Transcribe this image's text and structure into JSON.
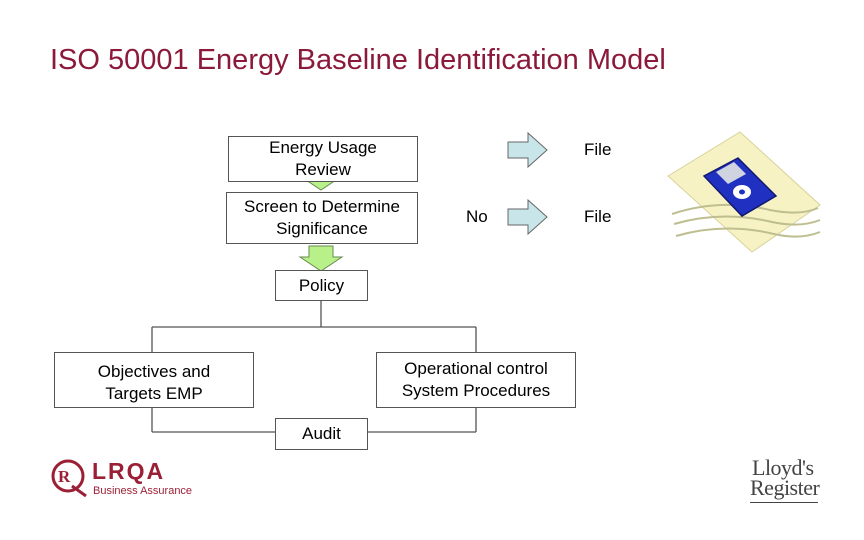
{
  "title": "ISO 50001 Energy Baseline Identification Model",
  "boxes": {
    "usage_review": "Energy Usage Review",
    "screen": "Screen to Determine Significance",
    "policy": "Policy",
    "objectives": "Objectives and Targets EMP",
    "operational": "Operational control System Procedures",
    "audit": "Audit"
  },
  "labels": {
    "file_top": "File",
    "no": "No",
    "file_bottom": "File"
  },
  "logos": {
    "lrqa_name": "LRQA",
    "lrqa_sub": "Business Assurance",
    "lr_line1": "Lloyd's",
    "lr_line2": "Register"
  },
  "colors": {
    "title": "#8b1a3a",
    "green_arrow": "#b8f08a",
    "blue_arrow": "#c8e6ea",
    "logo_red": "#9b2036",
    "disk_blue": "#2030c0"
  },
  "icons": [
    "floppy-disk-icon"
  ]
}
